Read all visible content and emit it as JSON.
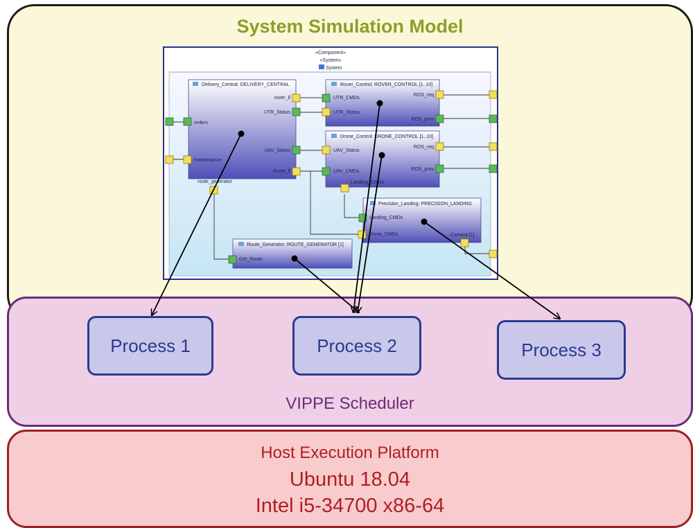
{
  "model": {
    "title": "System Simulation Model",
    "header": [
      "«Component»",
      "«System»",
      "System"
    ],
    "components": [
      {
        "id": "delivery",
        "title": "Delivery_Central: DELIVERY_CENTRAL",
        "ports": [
          "rover_if",
          "UTR_Status",
          "orders",
          "UAV_Status",
          "maintenance",
          "drone_if",
          "route_generator"
        ]
      },
      {
        "id": "rover",
        "title": "Rover_Control: ROVER_CONTROL [1..10]",
        "ports": [
          "UTR_CMDs",
          "UTR_Status",
          "ROS_req",
          "ROS_prov"
        ]
      },
      {
        "id": "drone",
        "title": "Drone_Control: DRONE_CONTROL [1..10]",
        "ports": [
          "UAV_Status",
          "ROS_req",
          "UAV_CMDs",
          "ROS_prov",
          "Landing_CMDs"
        ]
      },
      {
        "id": "precision",
        "title": "Precision_Landing: PRECISION_LANDING",
        "ports": [
          "Landing_CMDs",
          "Drone_CMDs",
          "Camera [1]"
        ]
      },
      {
        "id": "route",
        "title": "Route_Generator: ROUTE_GENERATOR [1]",
        "ports": [
          "Get_Route"
        ]
      }
    ]
  },
  "scheduler": {
    "title": "VIPPE Scheduler",
    "processes": [
      "Process 1",
      "Process 2",
      "Process 3"
    ]
  },
  "host": {
    "title": "Host Execution Platform",
    "os": "Ubuntu 18.04",
    "cpu": "Intel i5-34700 x86-64"
  },
  "colors": {
    "model_bg": "#fbf8d9",
    "scheduler_bg": "#efcfe6",
    "host_bg": "#f8cccc",
    "process_fill": "#c9c8ea",
    "process_border": "#2b3a8f",
    "port_green": "#5cb85c",
    "port_yellow": "#f2e05a"
  }
}
